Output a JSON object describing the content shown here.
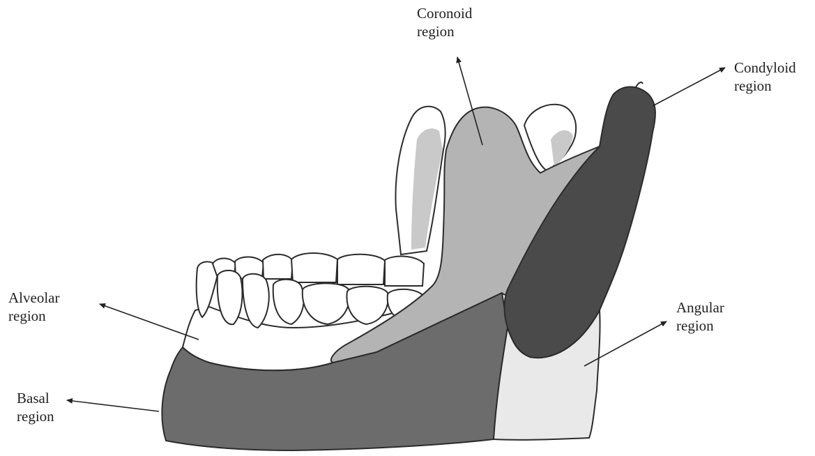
{
  "regions": {
    "coronoid": {
      "line1": "Coronoid",
      "line2": "region"
    },
    "condyloid": {
      "line1": "Condyloid",
      "line2": "region"
    },
    "alveolar": {
      "line1": "Alveolar",
      "line2": "region"
    },
    "angular": {
      "line1": "Angular",
      "line2": "region"
    },
    "basal": {
      "line1": "Basal",
      "line2": "region"
    }
  },
  "colors": {
    "coronoid": "#b4b4b4",
    "condyloid": "#4a4a4a",
    "basal": "#6c6c6c",
    "angular": "#e9e9e9",
    "alveolar": "#ffffff",
    "teeth": "#ffffff",
    "upper_ramus_shadow": "#c9c9c9",
    "outline": "#2b2b2b"
  }
}
